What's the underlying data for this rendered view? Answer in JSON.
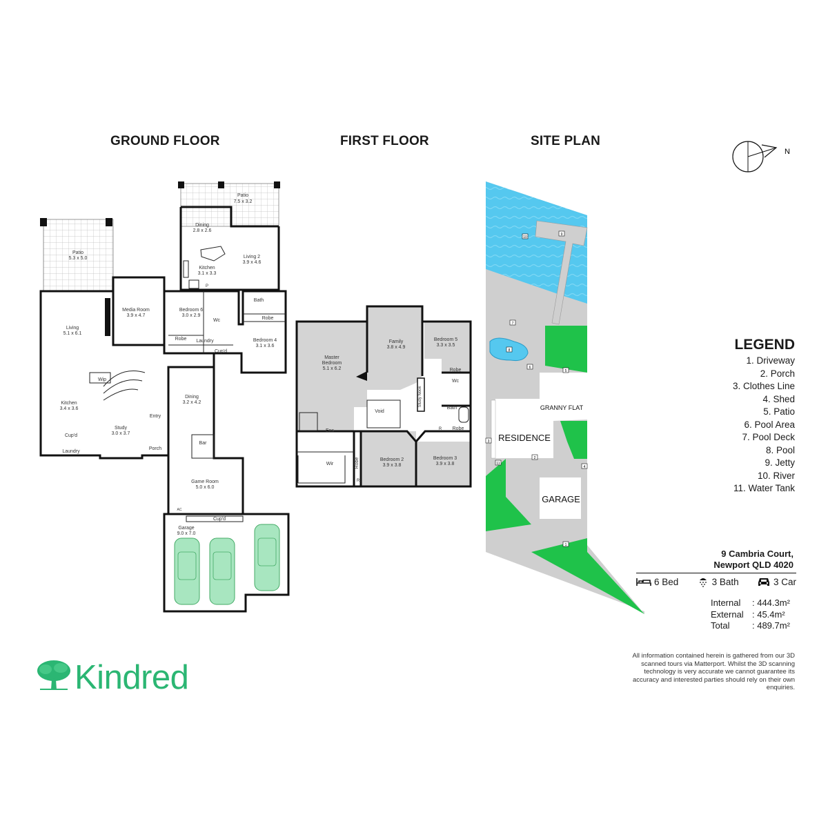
{
  "headings": {
    "ground": "GROUND FLOOR",
    "first": "FIRST FLOOR",
    "site": "SITE PLAN"
  },
  "compass": {
    "label": "N"
  },
  "ground_rooms": {
    "patio_top_name": "Patio",
    "patio_top_dim": "7.5 x 3.2",
    "dining_top_name": "Dining",
    "dining_top_dim": "2.8 x 2.6",
    "living2_name": "Living 2",
    "living2_dim": "3.9 x 4.6",
    "kitchen2_name": "Kitchen",
    "kitchen2_dim": "3.1 x 3.3",
    "patio_left_name": "Patio",
    "patio_left_dim": "5.3 x 5.0",
    "media_name": "Media Room",
    "media_dim": "3.9 x 4.7",
    "bed6_name": "Bedroom 6",
    "bed6_dim": "3.0 x 2.9",
    "wc": "Wc",
    "bath": "Bath",
    "robe": "Robe",
    "bed4_name": "Bedroom 4",
    "bed4_dim": "3.1 x 3.6",
    "living_name": "Living",
    "living_dim": "5.1 x 6.1",
    "laundry": "Laundry",
    "cupd": "Cup'd",
    "wip": "Wip",
    "kitchen_name": "Kitchen",
    "kitchen_dim": "3.4 x 3.6",
    "study_name": "Study",
    "study_dim": "3.0 x 3.7",
    "entry": "Entry",
    "porch": "Porch",
    "dining_name": "Dining",
    "dining_dim": "3.2 x 4.2",
    "bar": "Bar",
    "game_name": "Game Room",
    "game_dim": "5.0 x 6.0",
    "garage_name": "Garage",
    "garage_dim": "9.0 x 7.0",
    "ac": "AC",
    "p": "P"
  },
  "first_rooms": {
    "family_name": "Family",
    "family_dim": "3.8 x 4.9",
    "bed5_name": "Bedroom 5",
    "bed5_dim": "3.3 x 3.5",
    "master_name": "Master",
    "master_name2": "Bedroom",
    "master_dim": "5.1 x 6.2",
    "robe": "Robe",
    "wc": "Wc",
    "bath": "Bath",
    "void": "Void",
    "study_nook": "Study Nook",
    "ens": "Ens",
    "wir": "Wir",
    "bed2_name": "Bedroom 2",
    "bed2_dim": "3.9 x 3.8",
    "bed3_name": "Bedroom 3",
    "bed3_dim": "3.9 x 3.8",
    "r": "R"
  },
  "site": {
    "residence": "RESIDENCE",
    "granny": "GRANNY FLAT",
    "garage": "GARAGE",
    "markers": [
      "10",
      "9",
      "7",
      "8",
      "6",
      "5",
      "3",
      "4",
      "2",
      "11",
      "1"
    ]
  },
  "legend": {
    "title": "LEGEND",
    "items": [
      "1. Driveway",
      "2. Porch",
      "3. Clothes Line",
      "4. Shed",
      "5. Patio",
      "6. Pool Area",
      "7. Pool Deck",
      "8. Pool",
      "9. Jetty",
      "10. River",
      "11. Water Tank"
    ]
  },
  "address": {
    "line1": "9 Cambria Court,",
    "line2": "Newport QLD 4020"
  },
  "stats": {
    "bed": "6 Bed",
    "bath": "3 Bath",
    "car": "3 Car"
  },
  "areas": [
    {
      "label": "Internal",
      "value": ": 444.3m²"
    },
    {
      "label": "External",
      "value": ":  45.4m²"
    },
    {
      "label": "Total",
      "value": ": 489.7m²"
    }
  ],
  "disclaimer": "All information contained herein is gathered from our 3D scanned tours via Matterport. Whilst the 3D scanning technology is very accurate we cannot guarantee its accuracy and interested parties should rely on their own enquiries.",
  "brand": {
    "name": "Kindred"
  },
  "colors": {
    "brand_green": "#2bb673",
    "river": "#55c8ef",
    "lawn": "#1fc24a",
    "paving": "#cfcfcf",
    "floor_fill": "#d4d4d4"
  }
}
